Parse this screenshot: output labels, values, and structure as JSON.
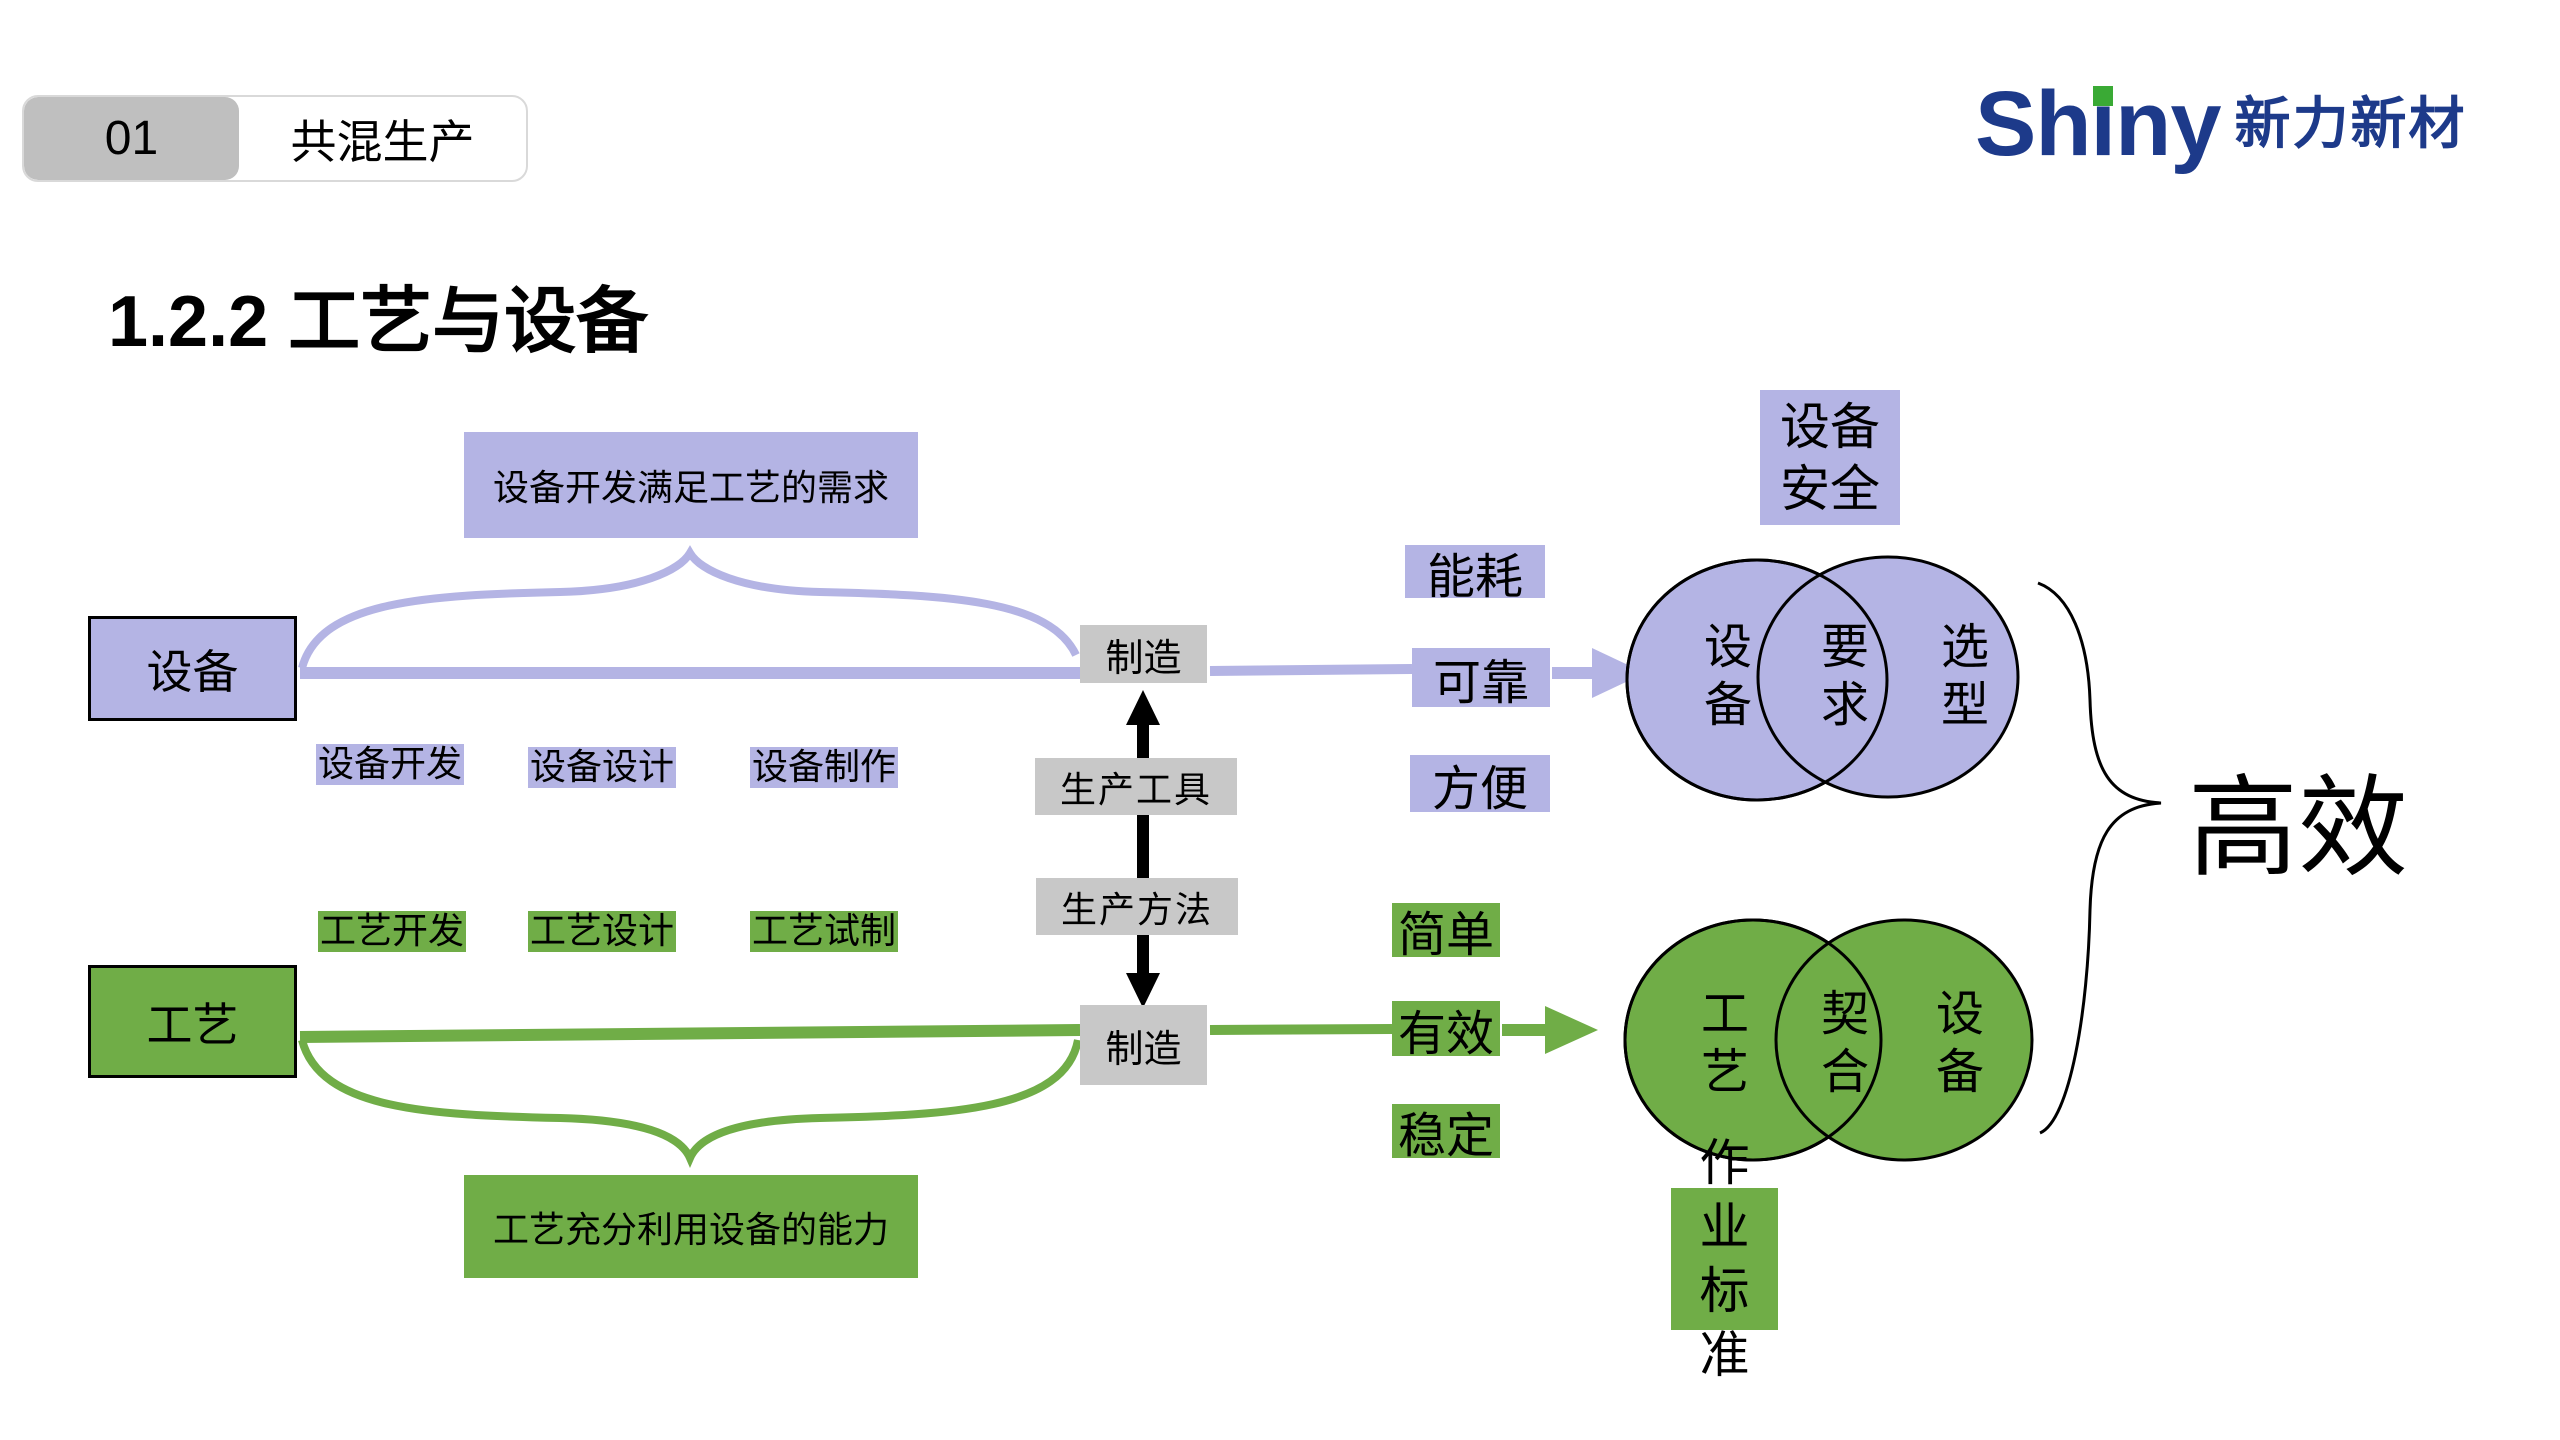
{
  "header": {
    "section_number": "01",
    "section_label": "共混生产",
    "page_title": "1.2.2 工艺与设备"
  },
  "logo": {
    "brand_en": "Shiny",
    "brand_cn": "新力新材"
  },
  "colors": {
    "equipment": "#b4b4e4",
    "process": "#70ad47",
    "neutral": "#c8c8c8",
    "logo_blue": "#1d3a8a",
    "logo_green": "#3aaa35"
  },
  "equipment": {
    "node_label": "设备",
    "callout": "设备开发满足工艺的需求",
    "steps": [
      "设备开发",
      "设备设计",
      "设备制作"
    ],
    "manufacture_label": "制造",
    "attributes": [
      "能耗",
      "可靠",
      "方便"
    ],
    "venn": {
      "left": "设备",
      "center": "要求",
      "right": "选型"
    },
    "venn_caption": "设备安全"
  },
  "process": {
    "node_label": "工艺",
    "callout": "工艺充分利用设备的能力",
    "steps": [
      "工艺开发",
      "工艺设计",
      "工艺试制"
    ],
    "manufacture_label": "制造",
    "attributes": [
      "简单",
      "有效",
      "稳定"
    ],
    "venn": {
      "left": "工艺",
      "center": "契合",
      "right": "设备"
    },
    "venn_caption": "作业标准"
  },
  "link": {
    "upper_label": "生产工具",
    "lower_label": "生产方法"
  },
  "outcome": "高效"
}
